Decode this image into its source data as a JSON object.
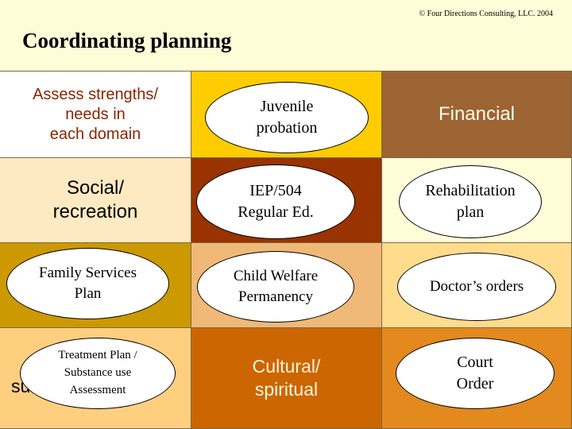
{
  "header": {
    "copyright": "© Four Directions Consulting, LLC. 2004",
    "title": "Coordinating planning"
  },
  "grid": {
    "r0c0": {
      "text": "Assess strengths/\nneeds in\neach domain",
      "bg": "#ffffff",
      "color": "#8b2500"
    },
    "r0c1": {
      "text": "",
      "bg": "#ffcc00",
      "color": "#000000"
    },
    "r0c2": {
      "text": "Financial",
      "bg": "#9c6432",
      "color": "#fffbe8"
    },
    "r1c0": {
      "text": "Social/\nrecreation",
      "bg": "#fde9c2",
      "color": "#000000"
    },
    "r1c1": {
      "text": "",
      "bg": "#993300",
      "color": "#ffffff"
    },
    "r1c2": {
      "text": "",
      "bg": "#fffdd8",
      "color": "#000000"
    },
    "r2c0": {
      "text": "",
      "bg": "#cc9900",
      "color": "#000000"
    },
    "r2c1": {
      "text": "",
      "bg": "#f0b978",
      "color": "#000000"
    },
    "r2c2": {
      "text": "",
      "bg": "#ffdb8c",
      "color": "#000000"
    },
    "r3c0": {
      "text": "substance use",
      "bg": "#ffcf80",
      "color": "#000000"
    },
    "r3c1": {
      "text": "Cultural/\nspiritual",
      "bg": "#cc6600",
      "color": "#fff4dc"
    },
    "r3c2": {
      "text": "",
      "bg": "#e3891e",
      "color": "#000000"
    }
  },
  "ovals": {
    "juvenile_probation": "Juvenile\nprobation",
    "iep_504": "IEP/504\nRegular Ed.",
    "rehabilitation_plan": "Rehabilitation\nplan",
    "family_services_plan": "Family Services\nPlan",
    "child_welfare_permanency": "Child Welfare\nPermanency",
    "doctors_orders": "Doctor’s orders",
    "treatment_plan": "Treatment Plan /\nSubstance use\nAssessment",
    "court_order": "Court\nOrder"
  }
}
